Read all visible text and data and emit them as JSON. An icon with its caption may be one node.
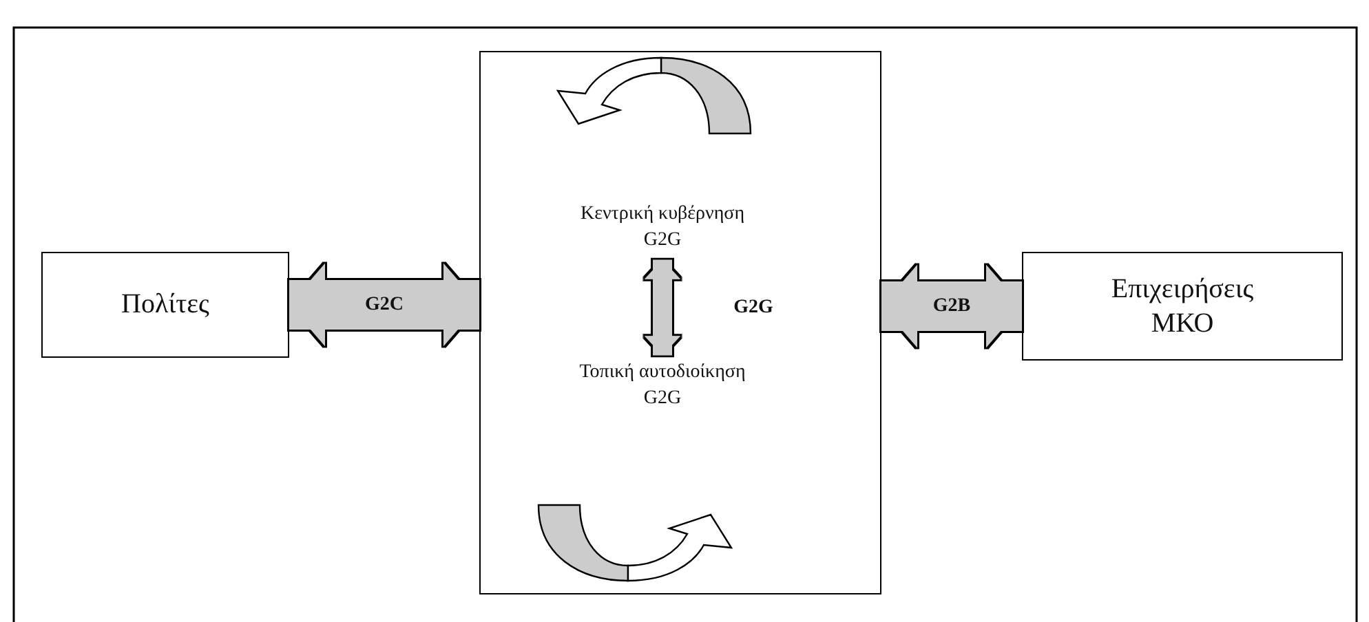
{
  "diagram": {
    "nodes": [
      {
        "text": [
          "Πολίτες"
        ]
      },
      {
        "text": [],
        "shape": "box"
      },
      {
        "text": [
          "Κεντρική κυβέρνηση G2G"
        ],
        "in": 1
      },
      {
        "text": [
          "Τοπική αυτοδιοίκηση G2G"
        ],
        "in": 1
      },
      {
        "text": [
          "Επιχειρήσεις ΜΚΟ"
        ]
      }
    ],
    "edges": [
      {
        "from": 0,
        "to": 1,
        "arrow": "both",
        "label": "G2C"
      },
      {
        "from": 2,
        "to": 3,
        "arrow": "both",
        "label": "G2G"
      },
      {
        "from": 1,
        "to": 4,
        "arrow": "both",
        "label": "G2B"
      }
    ]
  }
}
